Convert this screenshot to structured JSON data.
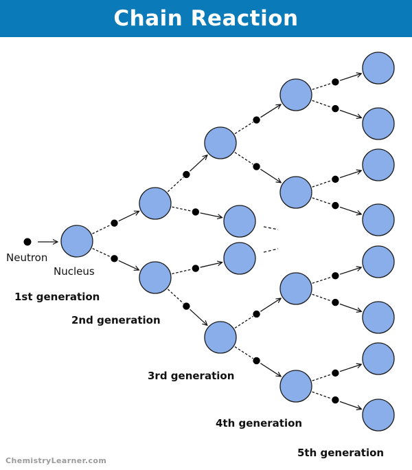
{
  "header": {
    "title": "Chain Reaction",
    "background": "#0a7ab8"
  },
  "labels": {
    "neutron": "Neutron",
    "nucleus": "Nucleus"
  },
  "generations": [
    "1st generation",
    "2nd generation",
    "3rd generation",
    "4th generation",
    "5th generation"
  ],
  "footer": {
    "brand": "ChemistryLearner.com"
  },
  "colors": {
    "nucleus_fill": "#8aaee9",
    "nucleus_stroke": "#1a1a1a",
    "neutron": "#000000"
  }
}
